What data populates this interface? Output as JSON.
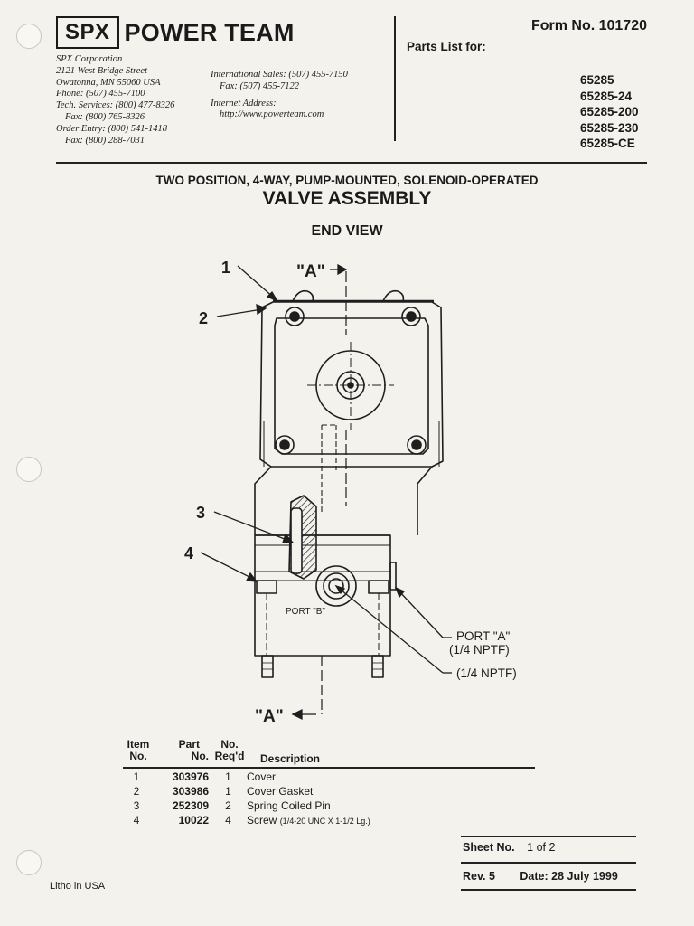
{
  "header": {
    "logo_spx": "SPX",
    "logo_power_team": "POWER TEAM",
    "form_number": "Form No. 101720",
    "parts_list_for": "Parts List for:",
    "address_left": [
      "SPX Corporation",
      "2121 West Bridge Street",
      "Owatonna, MN 55060  USA",
      "Phone: (507) 455-7100",
      "Tech. Services: (800) 477-8326",
      "Fax: (800) 765-8326",
      "Order Entry: (800) 541-1418",
      "Fax: (800) 288-7031"
    ],
    "international_sales": "International Sales: (507) 455-7150",
    "international_fax": "Fax: (507) 455-7122",
    "internet_label": "Internet Address:",
    "internet_url": "http://www.powerteam.com",
    "models": [
      "65285",
      "65285-24",
      "65285-200",
      "65285-230",
      "65285-CE"
    ]
  },
  "titles": {
    "subtitle": "TWO POSITION, 4-WAY, PUMP-MOUNTED, SOLENOID-OPERATED",
    "title": "VALVE ASSEMBLY",
    "view": "END VIEW"
  },
  "drawing": {
    "callouts": [
      "1",
      "2",
      "3",
      "4"
    ],
    "section_label": "\"A\"",
    "port_b": "PORT \"B\"",
    "port_a": "PORT \"A\"",
    "port_a_size": "(1/4 NPTF)",
    "port_b_size": "(1/4 NPTF)"
  },
  "parts_table": {
    "headers": {
      "item_1": "Item",
      "item_2": "No.",
      "part_1": "Part",
      "part_2": "No.",
      "qty_1": "No.",
      "qty_2": "Req'd",
      "desc": "Description"
    },
    "rows": [
      {
        "item": "1",
        "part": "303976",
        "qty": "1",
        "desc": "Cover",
        "note": ""
      },
      {
        "item": "2",
        "part": "303986",
        "qty": "1",
        "desc": "Cover Gasket",
        "note": ""
      },
      {
        "item": "3",
        "part": "252309",
        "qty": "2",
        "desc": "Spring Coiled Pin",
        "note": ""
      },
      {
        "item": "4",
        "part": "10022",
        "qty": "4",
        "desc": "Screw",
        "note": "(1/4-20 UNC X 1-1/2 Lg.)"
      }
    ]
  },
  "footer": {
    "sheet_label": "Sheet No.",
    "sheet_value": "1 of 2",
    "rev_label": "Rev. 5",
    "date_label": "Date: 28 July 1999",
    "litho": "Litho in USA"
  }
}
